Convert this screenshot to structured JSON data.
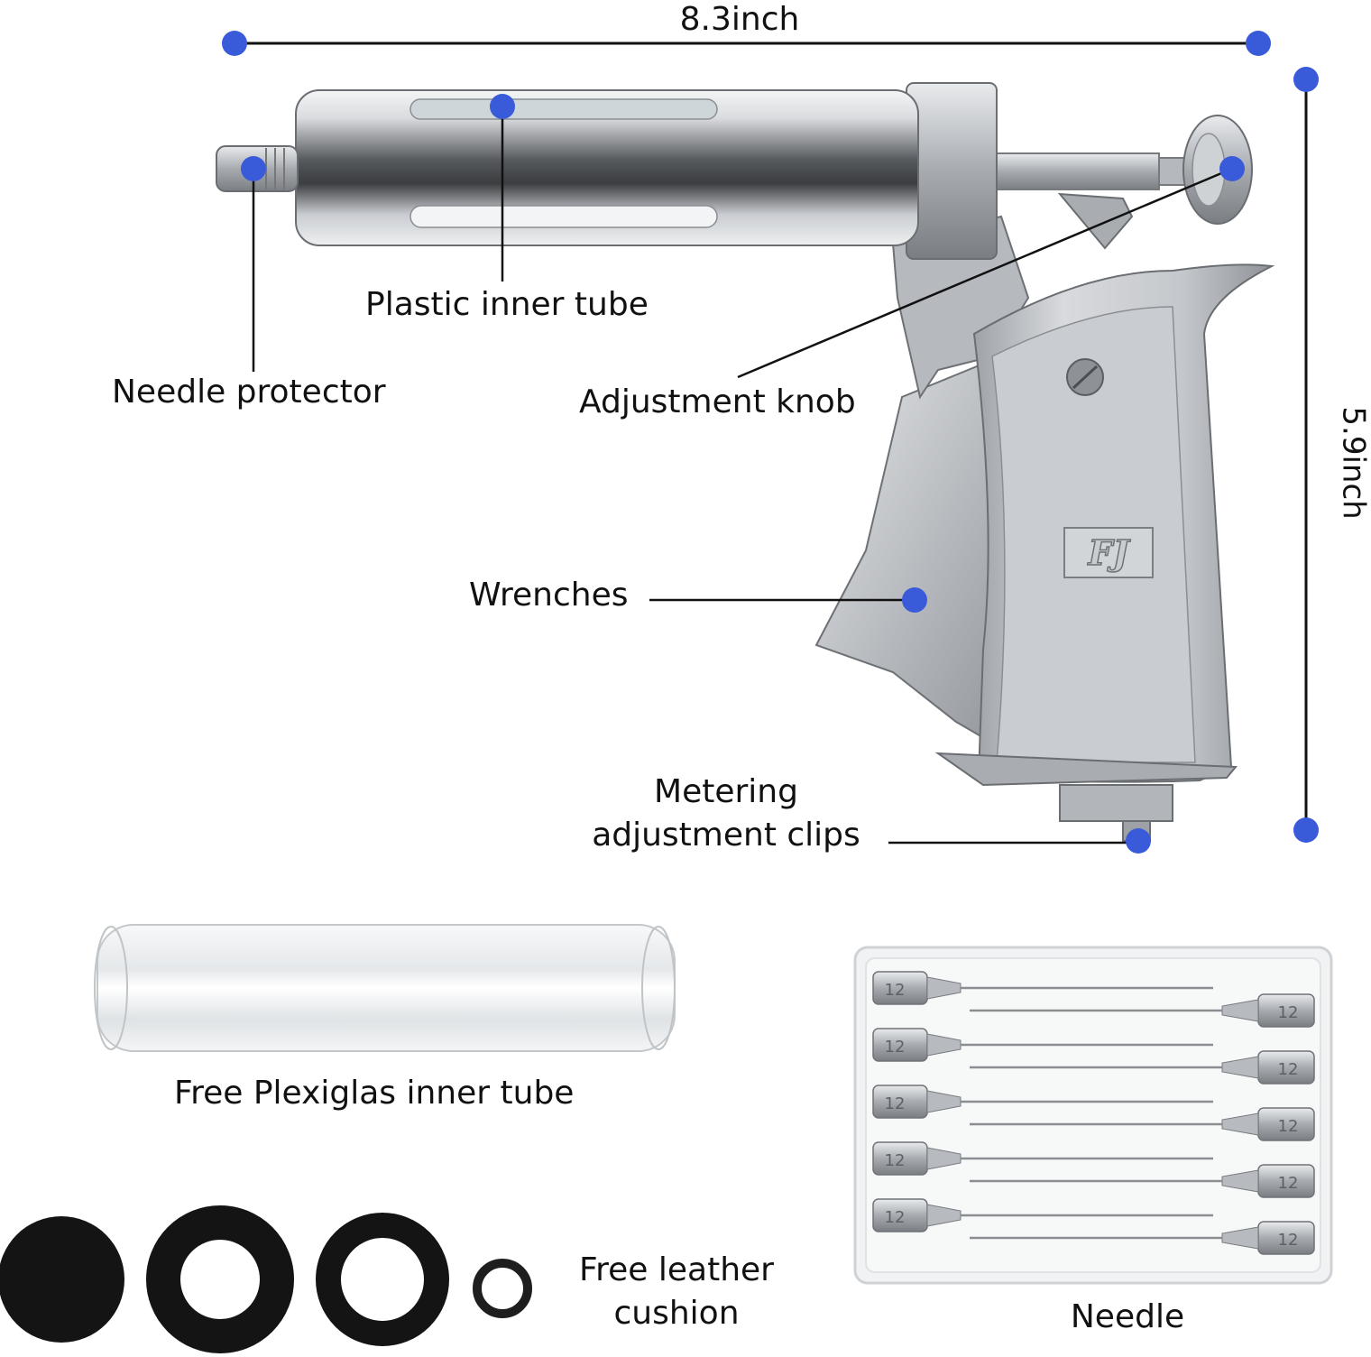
{
  "dimensions": {
    "width_label": "8.3inch",
    "height_label": "5.9inch"
  },
  "labels": {
    "plastic_inner_tube": "Plastic inner tube",
    "needle_protector": "Needle protector",
    "adjustment_knob": "Adjustment knob",
    "wrenches": "Wrenches",
    "metering_line1": "Metering",
    "metering_line2": "adjustment clips",
    "plexiglas_tube": "Free Plexiglas inner tube",
    "leather_line1": "Free leather",
    "leather_line2": "cushion",
    "needle": "Needle"
  },
  "logo_text": "FJ",
  "needle_gauge_text": "12",
  "colors": {
    "marker": "#3a5bd9",
    "line": "#111111",
    "metal_light": "#e4e6e8",
    "metal_mid": "#b9bcc0",
    "metal_dark": "#7d8186",
    "rubber": "#141414"
  }
}
